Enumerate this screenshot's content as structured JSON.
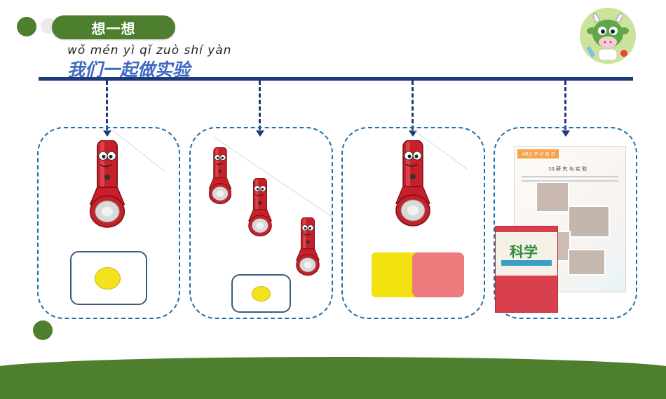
{
  "header": {
    "title": "想一想",
    "pinyin": "wǒ mén yì qǐ zuò shí yàn",
    "subtitle": "我们一起做实验"
  },
  "colors": {
    "accent_green": "#4e7f2f",
    "line_navy": "#1f3a78",
    "panel_border": "#1e6fa8",
    "subtitle_blue": "#3e68c2",
    "flashlight_red": "#c8202a",
    "spot_yellow": "#f4e21c",
    "filter_pink": "#ec7b7e"
  },
  "panels": [
    {
      "name": "experiment-1",
      "content": "flashlight-shining-on-screen"
    },
    {
      "name": "experiment-2",
      "content": "flashlight-moving-away-from-screen"
    },
    {
      "name": "experiment-3",
      "content": "flashlight-through-colored-filters"
    },
    {
      "name": "experiment-4",
      "content": "science-workbook"
    }
  ],
  "workbook": {
    "cover_title": "科学",
    "page_tag": "4单元 学 好 知 识",
    "page_heading": "10.研 究 与 实 验"
  },
  "mascot": {
    "icon": "cow-mascot-icon"
  }
}
